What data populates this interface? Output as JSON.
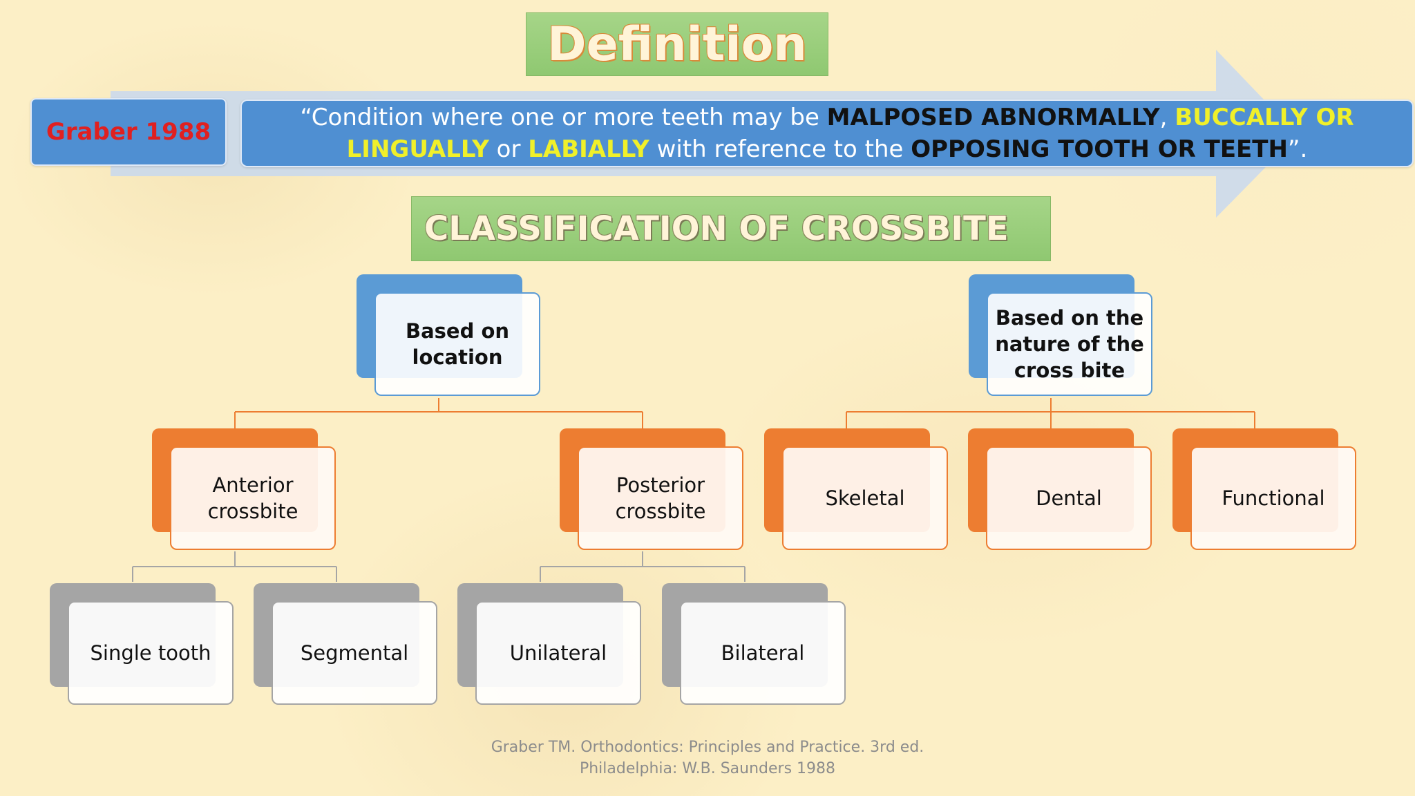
{
  "title": "Definition",
  "definition": {
    "author": "Graber 1988",
    "quote": [
      {
        "text": "“Condition where one or more teeth may be ",
        "style": "plain"
      },
      {
        "text": "MALPOSED ABNORMALLY",
        "style": "black"
      },
      {
        "text": ", ",
        "style": "plain"
      },
      {
        "text": "BUCCALLY OR LINGUALLY",
        "style": "yellow"
      },
      {
        "text": " or ",
        "style": "plain"
      },
      {
        "text": "LABIALLY",
        "style": "yellow"
      },
      {
        "text": " with reference to the ",
        "style": "plain"
      },
      {
        "text": "OPPOSING TOOTH OR TEETH",
        "style": "black"
      },
      {
        "text": "”.",
        "style": "plain"
      }
    ]
  },
  "classification_title": "CLASSIFICATION OF CROSSBITE",
  "tree": {
    "location": "Based on location",
    "nature": "Based  on the nature of the cross bite",
    "anterior": "Anterior crossbite",
    "posterior": "Posterior crossbite",
    "skeletal": "Skeletal",
    "dental": "Dental",
    "functional": "Functional",
    "single": "Single tooth",
    "segmental": "Segmental",
    "unilateral": "Unilateral",
    "bilateral": "Bilateral"
  },
  "reference": {
    "line1": "Graber TM. Orthodontics: Principles and Practice. 3rd ed.",
    "line2": "Philadelphia: W.B. Saunders 1988"
  },
  "colors": {
    "green_box": "#9ccf7e",
    "blue": "#4f8fd2",
    "orange": "#ed7d31",
    "gray": "#a5a5a5",
    "highlight_yellow": "#f0f02a",
    "author_red": "#e02020"
  }
}
